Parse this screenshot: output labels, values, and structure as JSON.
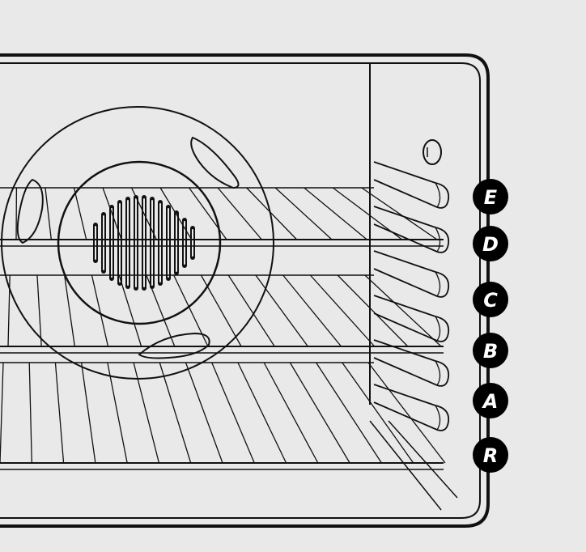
{
  "diagram": {
    "shelf_labels": [
      "E",
      "D",
      "C",
      "B",
      "A",
      "R"
    ]
  },
  "colors": {
    "background": "#e9e9e9",
    "line": "#111111",
    "marker_fill": "#000000",
    "marker_text": "#ffffff"
  }
}
